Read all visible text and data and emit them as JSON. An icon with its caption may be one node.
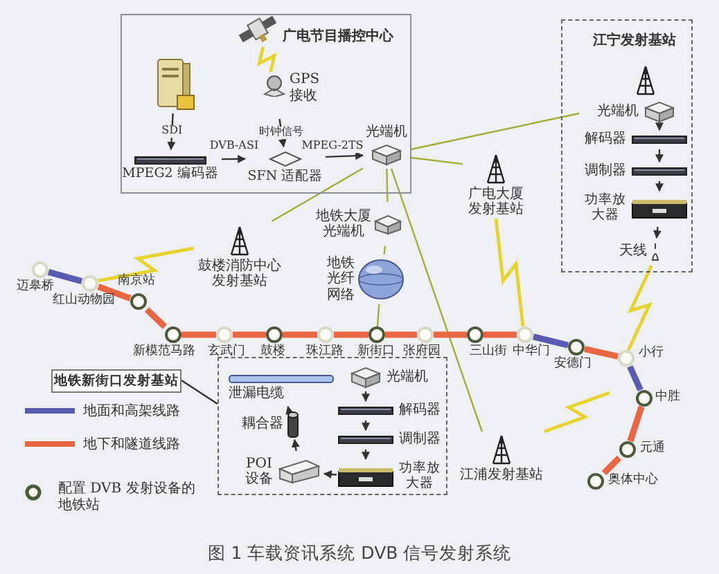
{
  "diagram": {
    "caption": "图 1 车载资讯系统 DVB 信号发射系统",
    "nodes": [
      {
        "text": [
          "广电节目播控中心"
        ]
      },
      {
        "text": [],
        "shape": "server",
        "in": 0
      },
      {
        "text": [],
        "shape": "satellite",
        "in": 0
      },
      {
        "text": [
          "GPS 接收"
        ],
        "in": 0
      },
      {
        "text": [
          "MPEG2 编码器"
        ],
        "in": 0
      },
      {
        "text": [
          "SFN 适配器"
        ],
        "in": 0
      },
      {
        "text": [
          "光端机"
        ],
        "in": 0
      },
      {
        "text": [
          "江宁发射基站"
        ]
      },
      {
        "text": [
          "光端机"
        ],
        "in": 7
      },
      {
        "text": [
          "解码器"
        ],
        "in": 7
      },
      {
        "text": [
          "调制器"
        ],
        "in": 7
      },
      {
        "text": [
          "功率放大器"
        ],
        "in": 7
      },
      {
        "text": [
          "天线"
        ],
        "in": 7
      },
      {
        "text": [
          "广电大厦发射基站"
        ]
      },
      {
        "text": [
          "地铁大厦光端机"
        ]
      },
      {
        "text": [
          "鼓楼消防中心发射基站"
        ]
      },
      {
        "text": [
          "地铁光纤网络"
        ]
      },
      {
        "text": [
          "江浦发射基站"
        ]
      },
      {
        "text": [
          "地铁新街口发射基站"
        ]
      },
      {
        "text": [],
        "shape": "box"
      },
      {
        "text": [
          "泄漏电缆"
        ],
        "in": 19
      },
      {
        "text": [
          "耦合器"
        ],
        "in": 19
      },
      {
        "text": [
          "POI 设备"
        ],
        "in": 19
      },
      {
        "text": [
          "光端机"
        ],
        "in": 19
      },
      {
        "text": [
          "解码器"
        ],
        "in": 19
      },
      {
        "text": [
          "调制器"
        ],
        "in": 19
      },
      {
        "text": [
          "功率放大器"
        ],
        "in": 19
      },
      {
        "text": [],
        "shape": "circle",
        "beside": [
          "迈皋桥"
        ]
      },
      {
        "text": [],
        "shape": "circle",
        "beside": [
          "红山动物园"
        ]
      },
      {
        "text": [],
        "shape": "circle",
        "beside": [
          "南京站"
        ]
      },
      {
        "text": [],
        "shape": "circle",
        "beside": [
          "新模范马路"
        ]
      },
      {
        "text": [],
        "shape": "circle",
        "beside": [
          "玄武门"
        ]
      },
      {
        "text": [],
        "shape": "circle",
        "beside": [
          "鼓楼"
        ]
      },
      {
        "text": [],
        "shape": "circle",
        "beside": [
          "珠江路"
        ]
      },
      {
        "text": [],
        "shape": "circle",
        "beside": [
          "新街口"
        ]
      },
      {
        "text": [],
        "shape": "circle",
        "beside": [
          "张府园"
        ]
      },
      {
        "text": [],
        "shape": "circle",
        "beside": [
          "三山街"
        ]
      },
      {
        "text": [],
        "shape": "circle",
        "beside": [
          "中华门"
        ]
      },
      {
        "text": [],
        "shape": "circle",
        "beside": [
          "安德门"
        ]
      },
      {
        "text": [],
        "shape": "circle",
        "beside": [
          "小行"
        ]
      },
      {
        "text": [],
        "shape": "circle",
        "beside": [
          "中胜"
        ]
      },
      {
        "text": [],
        "shape": "circle",
        "beside": [
          "元通"
        ]
      },
      {
        "text": [],
        "shape": "circle",
        "beside": [
          "奥体中心"
        ]
      }
    ],
    "edges": [
      {
        "from": 1,
        "to": 4,
        "arrow": "to",
        "label": "SDI"
      },
      {
        "from": 2,
        "to": 3,
        "arrow": "none",
        "color": "#e6d42c"
      },
      {
        "from": 3,
        "to": 5,
        "arrow": "to",
        "label": "时钟信号"
      },
      {
        "from": 4,
        "to": 5,
        "arrow": "to",
        "label": "DVB-ASI"
      },
      {
        "from": 5,
        "to": 6,
        "arrow": "to",
        "label": "MPEG-2TS"
      },
      {
        "from": 6,
        "to": 8,
        "arrow": "none",
        "color": "#a4ad3a"
      },
      {
        "from": 6,
        "to": 13,
        "arrow": "none",
        "color": "#a4ad3a"
      },
      {
        "from": 6,
        "to": 14,
        "arrow": "none",
        "color": "#a4ad3a"
      },
      {
        "from": 6,
        "to": 15,
        "arrow": "none",
        "color": "#a4ad3a"
      },
      {
        "from": 6,
        "to": 17,
        "arrow": "none",
        "color": "#a4ad3a"
      },
      {
        "from": 14,
        "to": 16,
        "arrow": "none",
        "color": "#a4ad3a"
      },
      {
        "from": 16,
        "to": 34,
        "arrow": "none",
        "color": "#a4ad3a"
      },
      {
        "from": 8,
        "to": 9,
        "arrow": "to"
      },
      {
        "from": 9,
        "to": 10,
        "arrow": "to"
      },
      {
        "from": 10,
        "to": 11,
        "arrow": "to"
      },
      {
        "from": 11,
        "to": 12,
        "arrow": "to"
      },
      {
        "from": 12,
        "to": 39,
        "arrow": "none",
        "color": "#e6d42c"
      },
      {
        "from": 13,
        "to": 37,
        "arrow": "none",
        "color": "#e6d42c"
      },
      {
        "from": 15,
        "to": 28,
        "arrow": "none",
        "color": "#e6d42c"
      },
      {
        "from": 17,
        "to": null,
        "arrow": "none",
        "color": "#e6d42c"
      },
      {
        "from": 18,
        "to": 19,
        "arrow": "none"
      },
      {
        "from": 23,
        "to": 24,
        "arrow": "to"
      },
      {
        "from": 24,
        "to": 25,
        "arrow": "to"
      },
      {
        "from": 25,
        "to": 26,
        "arrow": "to"
      },
      {
        "from": 26,
        "to": 22,
        "arrow": "to"
      },
      {
        "from": 22,
        "to": 21,
        "arrow": "to"
      },
      {
        "from": 21,
        "to": 20,
        "arrow": "to"
      },
      {
        "from": 27,
        "to": 28,
        "arrow": "none",
        "style": "thick",
        "color": "#5a5cb2"
      },
      {
        "from": 28,
        "to": 29,
        "arrow": "none",
        "style": "thick",
        "color": "#ea6542"
      },
      {
        "from": 29,
        "to": 30,
        "arrow": "none",
        "style": "thick",
        "color": "#ea6542"
      },
      {
        "from": 30,
        "to": 31,
        "arrow": "none",
        "style": "thick",
        "color": "#ea6542"
      },
      {
        "from": 31,
        "to": 32,
        "arrow": "none",
        "style": "thick",
        "color": "#ea6542"
      },
      {
        "from": 32,
        "to": 33,
        "arrow": "none",
        "style": "thick",
        "color": "#ea6542"
      },
      {
        "from": 33,
        "to": 34,
        "arrow": "none",
        "style": "thick",
        "color": "#ea6542"
      },
      {
        "from": 34,
        "to": 35,
        "arrow": "none",
        "style": "thick",
        "color": "#ea6542"
      },
      {
        "from": 35,
        "to": 36,
        "arrow": "none",
        "style": "thick",
        "color": "#ea6542"
      },
      {
        "from": 36,
        "to": 37,
        "arrow": "none",
        "style": "thick",
        "color": "#ea6542"
      },
      {
        "from": 37,
        "to": 38,
        "arrow": "none",
        "style": "thick",
        "color": "#5a5cb2"
      },
      {
        "from": 38,
        "to": 39,
        "arrow": "none",
        "style": "thick",
        "color": "#ea6542"
      },
      {
        "from": 39,
        "to": 40,
        "arrow": "none",
        "style": "thick",
        "color": "#5a5cb2"
      },
      {
        "from": 40,
        "to": 41,
        "arrow": "none",
        "style": "thick",
        "color": "#ea6542"
      },
      {
        "from": 41,
        "to": 42,
        "arrow": "none",
        "style": "thick",
        "color": "#ea6542"
      }
    ],
    "legend": [
      {
        "text": "地面和高架线路",
        "color": "#5a5cb2"
      },
      {
        "text": "地下和隧道线路",
        "color": "#ea6542"
      },
      {
        "text": "配置 DVB 发射设备的地铁站"
      }
    ]
  }
}
